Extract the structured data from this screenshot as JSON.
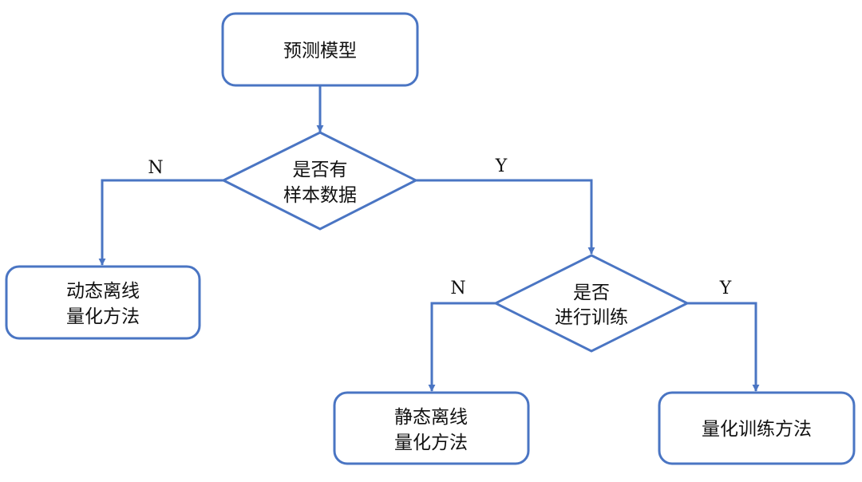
{
  "diagram": {
    "colors": {
      "stroke": "#4a75c3",
      "fill": "#ffffff",
      "text": "#111111"
    },
    "nodes": {
      "predict_model": {
        "line1": "预测模型"
      },
      "has_sample_data": {
        "line1": "是否有",
        "line2": "样本数据"
      },
      "dynamic_offline": {
        "line1": "动态离线",
        "line2": "量化方法"
      },
      "do_training": {
        "line1": "是否",
        "line2": "进行训练"
      },
      "static_offline": {
        "line1": "静态离线",
        "line2": "量化方法"
      },
      "quant_training": {
        "line1": "量化训练方法"
      }
    },
    "edges": {
      "sample_no": "N",
      "sample_yes": "Y",
      "train_no": "N",
      "train_yes": "Y"
    }
  }
}
